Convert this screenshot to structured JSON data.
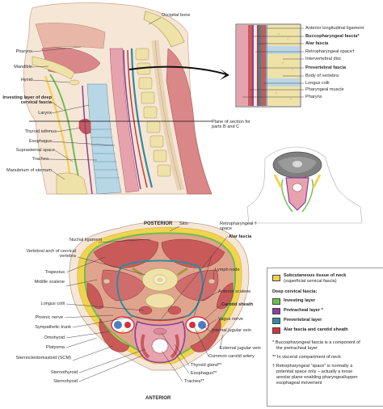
{
  "colors": {
    "subcutaneous": "#f2d34f",
    "investing": "#6cbf4a",
    "pretracheal": "#8b3fa0",
    "prevertebral": "#2e8c9e",
    "alar_carotid": "#d0343f",
    "muscle": "#c95a5a",
    "bone": "#efe2a8"
  },
  "sagittal_labels": {
    "occipital_bone": "Occipital bone",
    "pharynx": "Pharynx",
    "mandible": "Mandible",
    "hyoid": "Hyoid",
    "investing_layer": "Investing layer of deep cervical fascia",
    "larynx": "Larynx",
    "thyroid_isthmus": "Thyroid isthmus",
    "esophagus": "Esophagus",
    "suprasternal_space": "Suprasternal space",
    "trachea": "Trachea",
    "manubrium": "Manubrium of sternum",
    "plane_of_section": "Plane of section for parts B and C"
  },
  "inset_labels": {
    "anterior_longitudinal_ligament": "Anterior longitudinal ligament",
    "buccopharyngeal_fascia": "Buccopharyngeal fascia*",
    "alar_fascia": "Alar fascia",
    "retropharyngeal_space": "Retropharyngeal space†",
    "intervertebral_disc": "Intervertebral disc",
    "prevertebral_fascia": "Prevertebral fascia",
    "body_of_vertebra": "Body of vertebra",
    "longus_colli": "Longus colli",
    "pharyngeal_muscle": "Pharyngeal muscle",
    "pharynx": "Pharynx"
  },
  "cross_section_labels": {
    "posterior": "POSTERIOR",
    "anterior": "ANTERIOR",
    "nuchal_ligament": "Nuchal ligament",
    "vertebral_arch": "Vertebral arch of cervical vertebra",
    "trapezius": "Trapezius",
    "middle_scalene": "Middle scalene",
    "longus_colli": "Longus colli",
    "phrenic_nerve": "Phrenic nerve",
    "sympathetic_trunk": "Sympathetic trunk",
    "omohyoid": "Omohyoid",
    "platysma": "Platysma",
    "scm": "Sternocleidomastoid (SCM)",
    "sternothyroid": "Sternothyroid",
    "sternohyoid": "Sternohyoid",
    "skin": "Skin",
    "retropharyngeal_space": "Retropharyngeal † space",
    "alar_fascia": "Alar fascia",
    "lymph_node": "Lymph node",
    "anterior_scalene": "Anterior scalene",
    "carotid_sheath": "Carotid sheath",
    "vagus_nerve": "Vagus nerve",
    "internal_jugular_vein": "Internal jugular vein",
    "external_jugular_vein": "External jugular vein",
    "common_carotid_artery": "Common carotid artery",
    "thyroid_gland": "Thyroid gland**",
    "esophagus": "Esophagus**",
    "trachea": "Trachea**"
  },
  "legend": {
    "subcutaneous_title": "Subcutaneous tissue of neck",
    "subcutaneous_sub": "(superficial cervical fascia)",
    "deep_title": "Deep cervical fascia:",
    "items": [
      {
        "label": "Investing layer",
        "color": "#6cbf4a"
      },
      {
        "label": "Pretracheal layer *",
        "color": "#8b3fa0"
      },
      {
        "label": "Prevertebral layer",
        "color": "#2e8c9e"
      },
      {
        "label": "Alar fascia and carotid sheath",
        "color": "#d0343f"
      }
    ],
    "note1_a": "* Buccopharyngeal fascia is a component of",
    "note1_b": "the pretracheal layer",
    "note2": "** In visceral compartment of neck",
    "note3_a": "† Retropharyngeal “space” is normally a",
    "note3_b": "potential space only – actually a loose",
    "note3_c": "areolar plane enabling pharyngeal/upper",
    "note3_d": "esophageal movement"
  }
}
